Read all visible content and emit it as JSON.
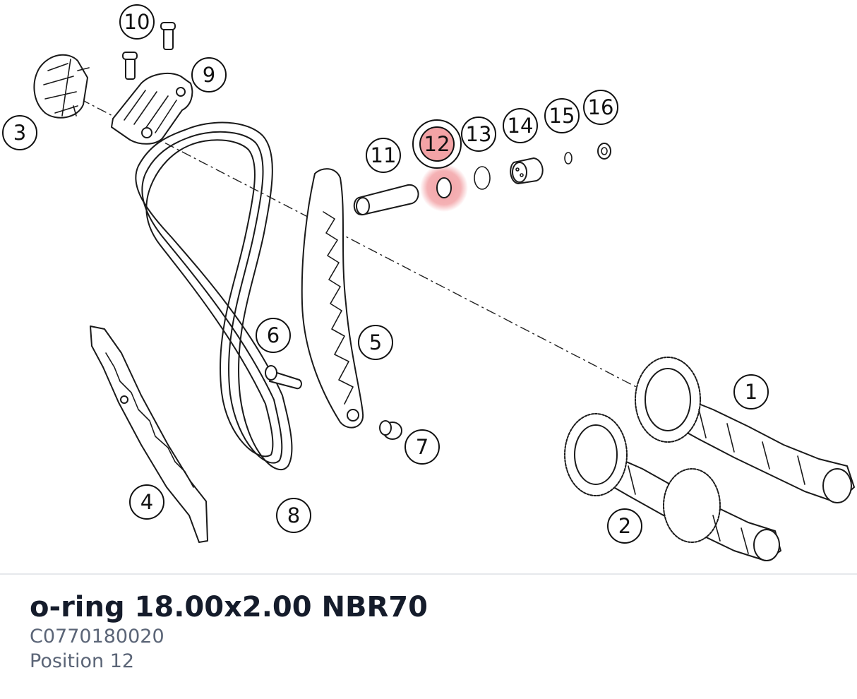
{
  "highlight_color": "#e8535a",
  "diagram": {
    "callouts": [
      {
        "id": "callout-1",
        "label": "1"
      },
      {
        "id": "callout-2",
        "label": "2"
      },
      {
        "id": "callout-3",
        "label": "3"
      },
      {
        "id": "callout-4",
        "label": "4"
      },
      {
        "id": "callout-5",
        "label": "5"
      },
      {
        "id": "callout-6",
        "label": "6"
      },
      {
        "id": "callout-7",
        "label": "7"
      },
      {
        "id": "callout-8",
        "label": "8"
      },
      {
        "id": "callout-9",
        "label": "9"
      },
      {
        "id": "callout-10",
        "label": "10"
      },
      {
        "id": "callout-11",
        "label": "11"
      },
      {
        "id": "callout-12",
        "label": "12",
        "highlighted": true
      },
      {
        "id": "callout-13",
        "label": "13"
      },
      {
        "id": "callout-14",
        "label": "14"
      },
      {
        "id": "callout-15",
        "label": "15"
      },
      {
        "id": "callout-16",
        "label": "16"
      }
    ]
  },
  "part_info": {
    "name": "o-ring 18.00x2.00 NBR70",
    "number": "C0770180020",
    "position": "Position 12"
  }
}
